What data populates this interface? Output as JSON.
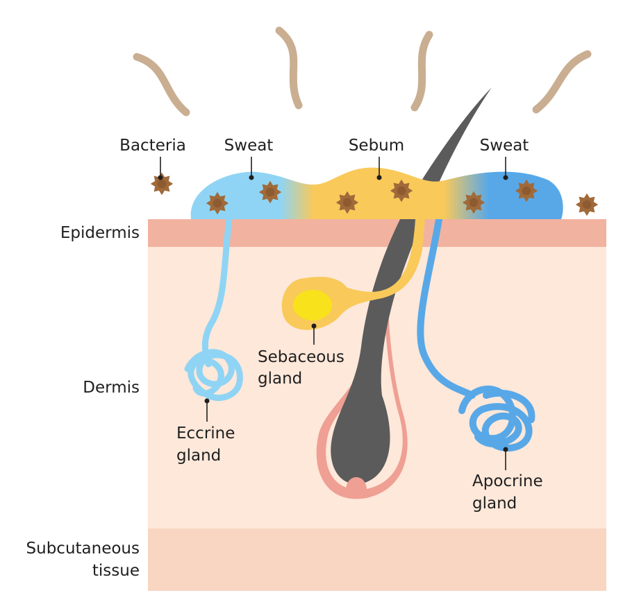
{
  "layers": {
    "epidermis": "Epidermis",
    "dermis": "Dermis",
    "subcutaneous_line1": "Subcutaneous",
    "subcutaneous_line2": "tissue"
  },
  "surface": {
    "bacteria": "Bacteria",
    "sweat_left": "Sweat",
    "sebum": "Sebum",
    "sweat_right": "Sweat"
  },
  "glands": {
    "sebaceous_line1": "Sebaceous",
    "sebaceous_line2": "gland",
    "eccrine_line1": "Eccrine",
    "eccrine_line2": "gland",
    "apocrine_line1": "Apocrine",
    "apocrine_line2": "gland"
  },
  "colors": {
    "epidermis": "#f2b2a0",
    "dermis": "#fde8da",
    "subcutaneous": "#f9d6c2",
    "eccrine_sweat": "#8fd4f4",
    "apocrine_sweat": "#58a8e8",
    "sebum": "#f9c95a",
    "sebaceous_core": "#f8e21c",
    "hair": "#5b5b5b",
    "follicle": "#ef9f93",
    "bacteria": "#a06a3a",
    "odor_waves": "#c9ae91"
  },
  "icons": [
    "bacteria-icon",
    "odor-wave-icon",
    "hair-icon"
  ]
}
